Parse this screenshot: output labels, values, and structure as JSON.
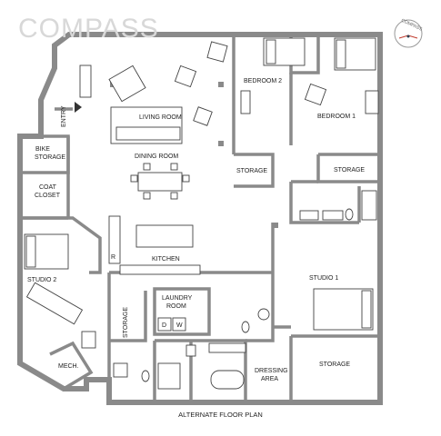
{
  "brand": {
    "logo_text": "COMPASS",
    "compass_text": "COMPASS"
  },
  "rooms": {
    "bedroom2": "BEDROOM 2",
    "bedroom1": "BEDROOM 1",
    "living_room": "LIVING ROOM",
    "dining_room": "DINING ROOM",
    "bike_storage_line1": "BIKE",
    "bike_storage_line2": "STORAGE",
    "coat_closet_line1": "COAT",
    "coat_closet_line2": "CLOSET",
    "entry": "ENTRY",
    "storage_a": "STORAGE",
    "storage_b": "STORAGE",
    "kitchen": "KITCHEN",
    "studio2": "STUDIO 2",
    "studio1": "STUDIO 1",
    "laundry_line1": "LAUNDRY",
    "laundry_line2": "ROOM",
    "storage_c": "STORAGE",
    "mech": "MECH.",
    "dressing_line1": "DRESSING",
    "dressing_line2": "AREA",
    "storage_d": "STORAGE"
  },
  "appliances": {
    "refrigerator": "R",
    "dryer": "D",
    "washer": "W"
  },
  "caption": "ALTERNATE FLOOR PLAN"
}
